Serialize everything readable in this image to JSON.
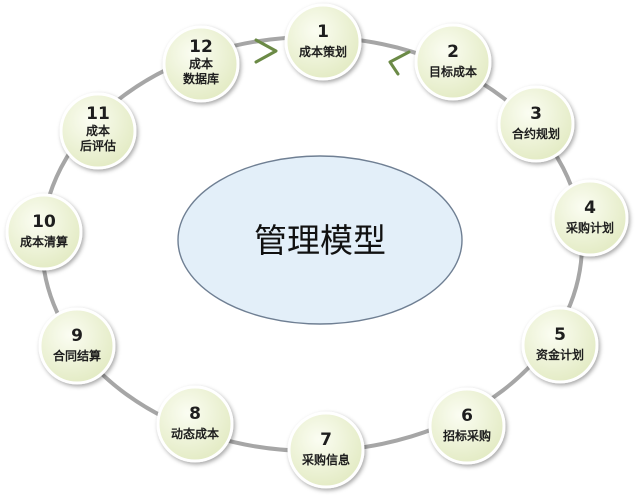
{
  "center": {
    "label": "管理模型"
  },
  "steps": [
    {
      "num": "1",
      "lines": [
        "成本策划"
      ]
    },
    {
      "num": "2",
      "lines": [
        "目标成本"
      ]
    },
    {
      "num": "3",
      "lines": [
        "合约规划"
      ]
    },
    {
      "num": "4",
      "lines": [
        "采购计划"
      ]
    },
    {
      "num": "5",
      "lines": [
        "资金计划"
      ]
    },
    {
      "num": "6",
      "lines": [
        "招标采购"
      ]
    },
    {
      "num": "7",
      "lines": [
        "采购信息"
      ]
    },
    {
      "num": "8",
      "lines": [
        "动态成本"
      ]
    },
    {
      "num": "9",
      "lines": [
        "合同结算"
      ]
    },
    {
      "num": "10",
      "lines": [
        "成本清算"
      ]
    },
    {
      "num": "11",
      "lines": [
        "成本",
        "后评估"
      ]
    },
    {
      "num": "12",
      "lines": [
        "成本",
        "数据库"
      ]
    }
  ],
  "colors": {
    "ring": "#a6a6a6",
    "node_fill_inner": "#fbfdf2",
    "node_fill_outer": "#e2eac2",
    "node_border": "#ffffff",
    "center_fill": "#e3eff9",
    "center_border": "#6f7f93",
    "arrow": "#6b8a46"
  }
}
